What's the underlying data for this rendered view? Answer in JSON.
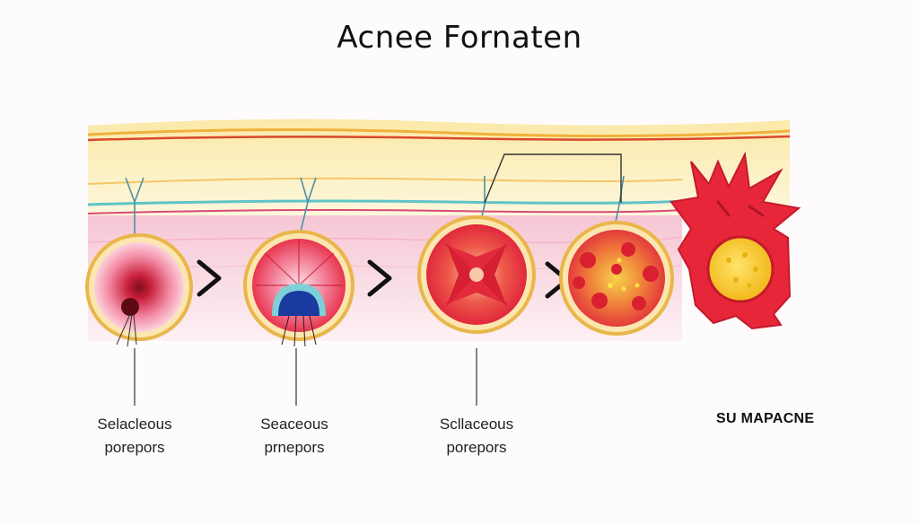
{
  "title": "Acnee Fornaten",
  "stages": [
    {
      "line1": "Selacleous",
      "line2": "porepors"
    },
    {
      "line1": "Seaceous",
      "line2": "prnepors"
    },
    {
      "line1": "Scllaceous",
      "line2": "porepors"
    }
  ],
  "final_label": "SU MAPACNE",
  "colors": {
    "skin_top": "#fbf3c6",
    "skin_line_red": "#d9472b",
    "dermis": "#f9d8e2",
    "teal_line": "#5fc4c8",
    "inflamed": "#e8263a",
    "pus": "#f4c51e"
  },
  "icons": [
    "chevron-right-icon"
  ]
}
